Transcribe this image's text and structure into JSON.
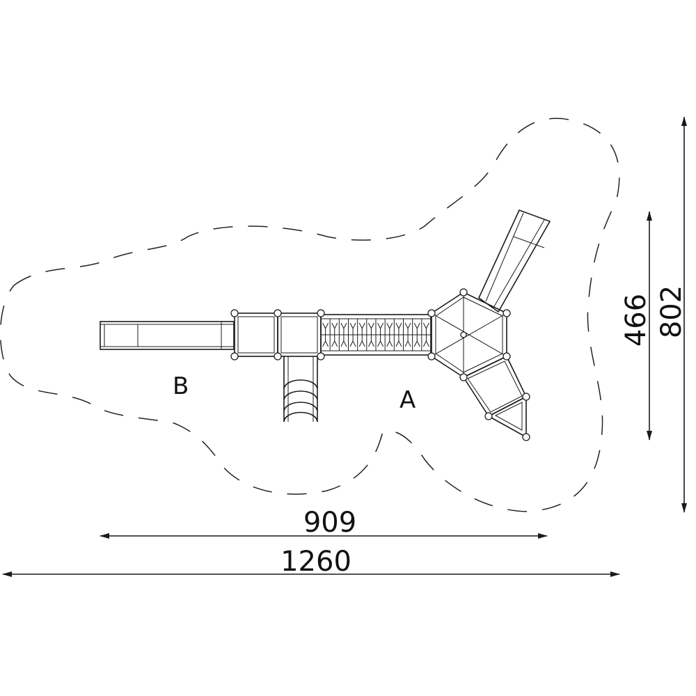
{
  "dimensions": {
    "inner_width": "909",
    "total_width": "1260",
    "inner_height": "466",
    "total_height": "802"
  },
  "zones": {
    "a": "A",
    "b": "B"
  },
  "colors": {
    "line": "#1a1a1a",
    "background": "#ffffff"
  }
}
